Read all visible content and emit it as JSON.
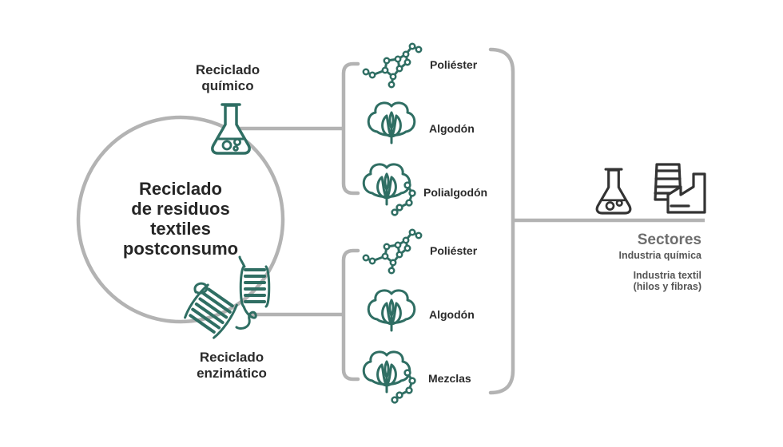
{
  "colors": {
    "accent": "#2f6e63",
    "line": "#b3b3b3",
    "text": "#2b2b2b",
    "sectors": "#6e6e6e",
    "icon_dark": "#333333"
  },
  "center": {
    "line1": "Reciclado",
    "line2": "de residuos",
    "line3": "textiles",
    "line4": "postconsumo"
  },
  "chemical": {
    "label_line1": "Reciclado",
    "label_line2": "químico",
    "icon": "flask-icon",
    "materials": [
      {
        "label": "Poliéster",
        "icon": "molecule-icon"
      },
      {
        "label": "Algodón",
        "icon": "cotton-icon"
      },
      {
        "label": "Polialgodón",
        "icon": "cotton-molecule-icon"
      }
    ]
  },
  "enzymatic": {
    "label_line1": "Reciclado",
    "label_line2": "enzimático",
    "icon": "thread-spool-icon",
    "materials": [
      {
        "label": "Poliéster",
        "icon": "molecule-icon"
      },
      {
        "label": "Algodón",
        "icon": "cotton-icon"
      },
      {
        "label": "Mezclas",
        "icon": "cotton-molecule-icon"
      }
    ]
  },
  "sectors": {
    "title": "Sectores",
    "item1": "Industria química",
    "item2_line1": "Industria textil",
    "item2_line2": "(hilos y fibras)",
    "icons": [
      "flask-icon",
      "textile-factory-icon"
    ]
  }
}
